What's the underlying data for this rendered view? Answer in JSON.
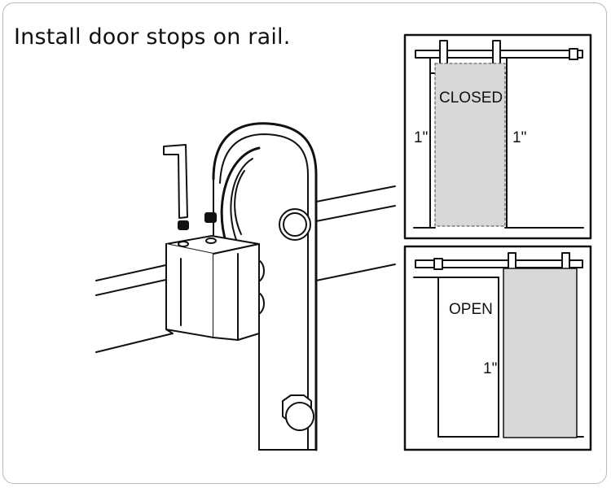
{
  "title": "Install door stops on rail.",
  "closed_panel": {
    "state_label": "CLOSED",
    "left_gap_label": "1\"",
    "right_gap_label": "1\""
  },
  "open_panel": {
    "state_label": "OPEN",
    "gap_label": "1\""
  }
}
